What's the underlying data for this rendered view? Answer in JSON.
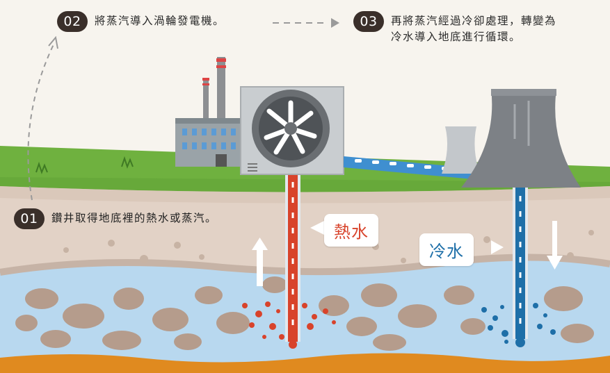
{
  "steps": [
    {
      "number": "01",
      "text": "鑽井取得地底裡的熱水或蒸汽。"
    },
    {
      "number": "02",
      "text": "將蒸汽導入渦輪發電機。"
    },
    {
      "number": "03",
      "text_line1": "再將蒸汽經過冷卻處理，轉變為",
      "text_line2": "冷水導入地底進行循環。"
    }
  ],
  "labels": {
    "hot_water": "熱水",
    "cold_water": "冷水"
  },
  "colors": {
    "grass": "#6fb13f",
    "soil": "#e2d2c6",
    "water_layer": "#b8d8ef",
    "magma": "#e08a1f",
    "hot": "#d8432b",
    "cold": "#1e6fa8",
    "badge": "#3a2f2a"
  }
}
